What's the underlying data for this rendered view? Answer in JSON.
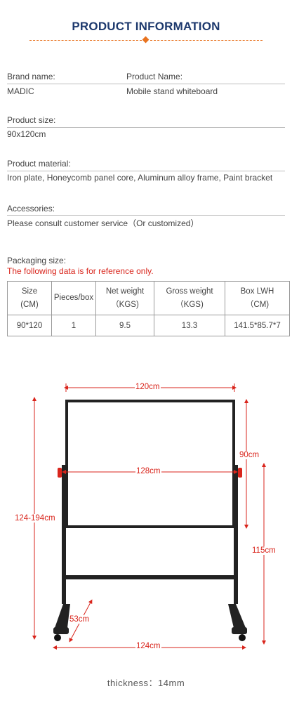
{
  "header": {
    "title": "PRODUCT INFORMATION"
  },
  "info": {
    "brand_label": "Brand name:",
    "brand_value": "MADIC",
    "product_label": "Product Name:",
    "product_value": "Mobile stand whiteboard",
    "size_label": "Product size:",
    "size_value": "90x120cm",
    "material_label": "Product material:",
    "material_value": "Iron plate, Honeycomb panel core, Aluminum alloy frame, Paint bracket",
    "accessories_label": "Accessories:",
    "accessories_value": "Please consult customer service（Or customized）"
  },
  "packaging": {
    "label": "Packaging size:",
    "note": "The following data is for reference only.",
    "headers": [
      [
        "Size",
        "(CM)"
      ],
      [
        "Pieces/box",
        ""
      ],
      [
        "Net weight",
        "（KGS)"
      ],
      [
        "Gross weight",
        "（KGS)"
      ],
      [
        "Box LWH",
        "（CM)"
      ]
    ],
    "row": [
      "90*120",
      "1",
      "9.5",
      "13.3",
      "141.5*85.7*7"
    ]
  },
  "diagram": {
    "width_board": "120cm",
    "height_board": "90cm",
    "width_inner": "128cm",
    "height_total": "124-194cm",
    "height_stand": "115cm",
    "depth_base": "53cm",
    "width_base": "124cm",
    "accent_color": "#d9251c"
  },
  "footer": {
    "thickness": "thickness：14mm"
  }
}
